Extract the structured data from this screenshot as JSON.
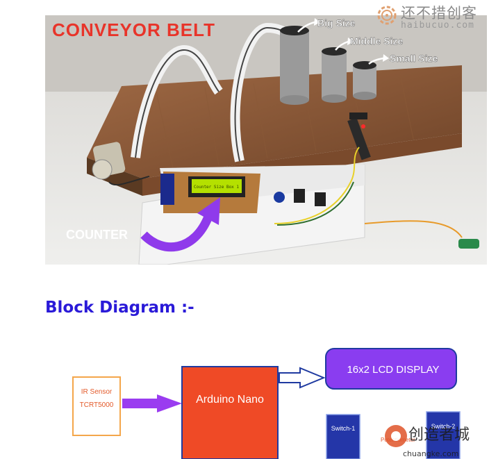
{
  "photo": {
    "title": "CONVEYOR BELT",
    "labels": {
      "big": "Big Size",
      "middle": "Middle Size",
      "small": "Small Size"
    },
    "counter_label": "COUNTER",
    "lcd_text": "Counter Size Box 1"
  },
  "section_heading": "Block Diagram :-",
  "diagram": {
    "ir_sensor_line1": "IR Sensor",
    "ir_sensor_line2": "TCRT5000",
    "arduino": "Arduino Nano",
    "lcd": "16x2 LCD DISPLAY",
    "switch1": "Switch-1",
    "switch2": "Switch-2",
    "pot": "Potentiometer"
  },
  "watermarks": {
    "top_cn": "还不措创客",
    "top_en": "haibucuo.com",
    "bottom_cn": "创造者城",
    "bottom_en": "chuangke.com"
  },
  "colors": {
    "heading": "#2a1ad8",
    "arduino_fill": "#ef4a26",
    "lcd_fill": "#8a3df0",
    "switch_fill": "#2436a8",
    "arrow_purple": "#9a3cf0",
    "ir_border": "#f4a64a",
    "title_red": "#e8342a"
  }
}
